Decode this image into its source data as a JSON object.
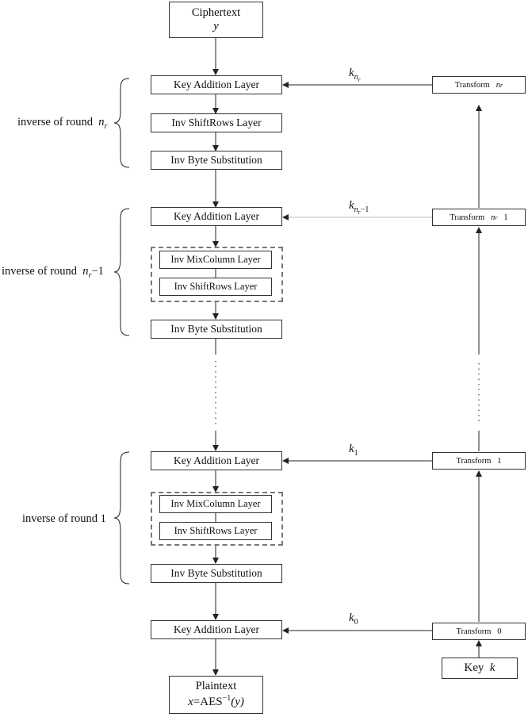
{
  "input": {
    "label": "Ciphertext",
    "var": "y"
  },
  "output": {
    "label": "Plaintext",
    "expr_lhs": "x",
    "expr_eq": "=",
    "expr_fn": "AES",
    "expr_sup": "−1",
    "expr_arg": "(y)"
  },
  "key": {
    "label": "Key",
    "var": "k"
  },
  "layers": {
    "key_addition": "Key Addition Layer",
    "inv_shiftrows": "Inv ShiftRows Layer",
    "inv_byte_sub": "Inv Byte Substitution",
    "inv_mixcolumn": "Inv MixColumn Layer"
  },
  "rounds": {
    "nr": {
      "prefix": "inverse of round",
      "var": "n",
      "sub": "r",
      "suffix": ""
    },
    "nr1": {
      "prefix": "inverse of round",
      "var": "n",
      "sub": "r",
      "suffix": "−1"
    },
    "r1": {
      "prefix": "inverse of round 1"
    }
  },
  "transforms": {
    "t_nr": {
      "label": "Transform",
      "var": "n",
      "sub": "r",
      "suffix": ""
    },
    "t_nr1": {
      "label": "Transform",
      "var": "n",
      "sub": "r",
      "suffix": "1"
    },
    "t_1": {
      "label": "Transform",
      "num": "1"
    },
    "t_0": {
      "label": "Transform",
      "num": "0"
    }
  },
  "subkeys": {
    "k_nr": {
      "var": "k",
      "sub": "n",
      "subsub": "r",
      "suffix": ""
    },
    "k_nr1": {
      "var": "k",
      "sub": "n",
      "subsub": "r",
      "suffix": "−1"
    },
    "k_1": {
      "var": "k",
      "sub": "1"
    },
    "k_0": {
      "var": "k",
      "sub": "0"
    }
  },
  "colors": {
    "line": "#222222",
    "dash": "#777777"
  }
}
